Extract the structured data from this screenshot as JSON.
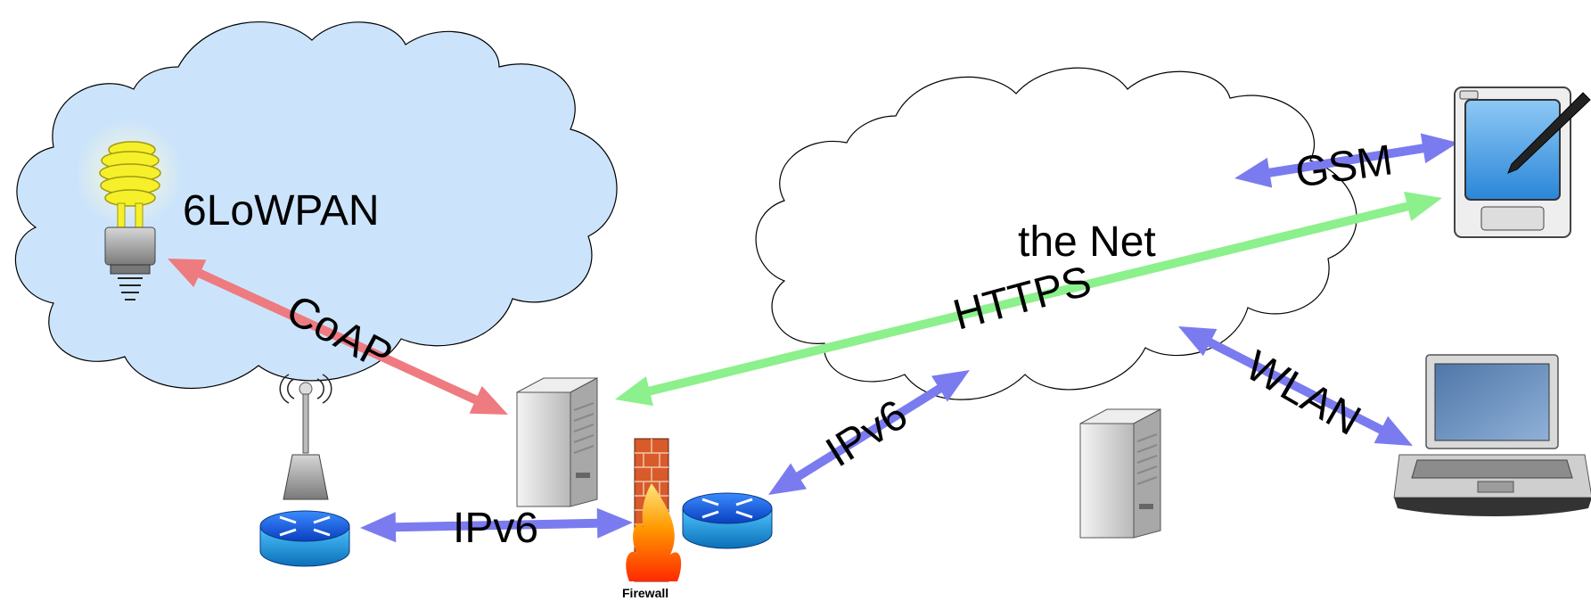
{
  "labels": {
    "lowpan": "6LoWPAN",
    "net": "the Net",
    "coap": "CoAP",
    "https": "HTTPS",
    "gsm": "GSM",
    "wlan": "WLAN",
    "ipv6_bottom": "IPv6",
    "ipv6_diag": "IPv6",
    "firewall": "Firewall"
  },
  "colors": {
    "lowpan_cloud": "#cce4fb",
    "net_cloud": "#ffffff",
    "coap_arrow": "#ee7b80",
    "https_arrow": "#8cf08c",
    "ipv6_arrow": "#7b7bf0",
    "router": "#1e6fe0",
    "bulb": "#f6f02a",
    "firewall_brick": "#d95a2a",
    "flame": "#ff8c00"
  },
  "icons": [
    "bulb-icon",
    "antenna-icon",
    "router-icon",
    "server-icon",
    "firewall-icon",
    "pda-icon",
    "laptop-icon"
  ]
}
